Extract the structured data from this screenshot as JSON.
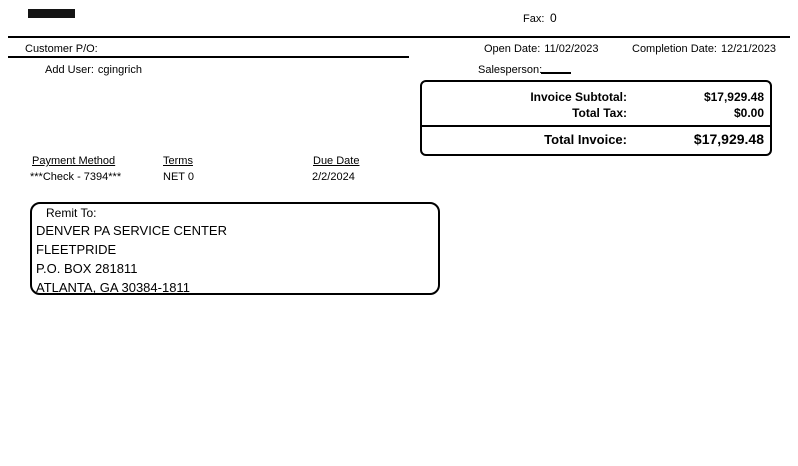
{
  "page": {
    "fax_label": "Fax:",
    "fax_value": "0"
  },
  "header": {
    "customer_po_label": "Customer P/O:",
    "open_date_label": "Open Date:",
    "open_date_value": "11/02/2023",
    "completion_date_label": "Completion Date:",
    "completion_date_value": "12/21/2023",
    "add_user_label": "Add User:",
    "add_user_value": "cgingrich",
    "salesperson_label": "Salesperson:"
  },
  "totals": {
    "subtotal_label": "Invoice Subtotal:",
    "subtotal_value": "$17,929.48",
    "tax_label": "Total Tax:",
    "tax_value": "$0.00",
    "total_label": "Total Invoice:",
    "total_value": "$17,929.48"
  },
  "payment": {
    "headers": [
      "Payment Method",
      "Terms",
      "Due Date"
    ],
    "values": [
      "***Check - 7394***",
      "NET 0",
      "2/2/2024"
    ]
  },
  "remit": {
    "label": "Remit To:",
    "lines": [
      "DENVER PA SERVICE CENTER",
      "FLEETPRIDE",
      "P.O. BOX 281811",
      "ATLANTA, GA  30384-1811"
    ]
  }
}
